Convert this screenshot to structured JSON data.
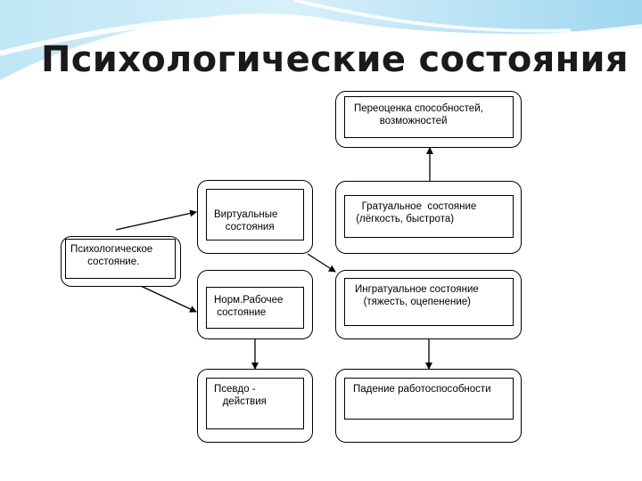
{
  "title": "Психологические состояния",
  "nodes": {
    "reassessment": "Переоценка способностей,\n         возможностей",
    "virtual": "Виртуальные\n    состояния",
    "gratual": "   Гратуальное  состояние\n (лёгкость, быстрота)",
    "psych_state": "Психологическое\n      состояние.",
    "normal": "Норм.Рабочее\n состояние",
    "ingratual": "Ингратуальное состояние\n   (тяжесть, оцепенение)",
    "pseudo": "Псевдо -\n   действия",
    "decline": "Падение работоспособности"
  },
  "edges": [
    {
      "from": "psych_state",
      "to": "virtual"
    },
    {
      "from": "psych_state",
      "to": "normal"
    },
    {
      "from": "virtual",
      "to": "ingratual"
    },
    {
      "from": "gratual",
      "to": "reassessment"
    },
    {
      "from": "normal",
      "to": "pseudo"
    },
    {
      "from": "ingratual",
      "to": "decline"
    }
  ]
}
